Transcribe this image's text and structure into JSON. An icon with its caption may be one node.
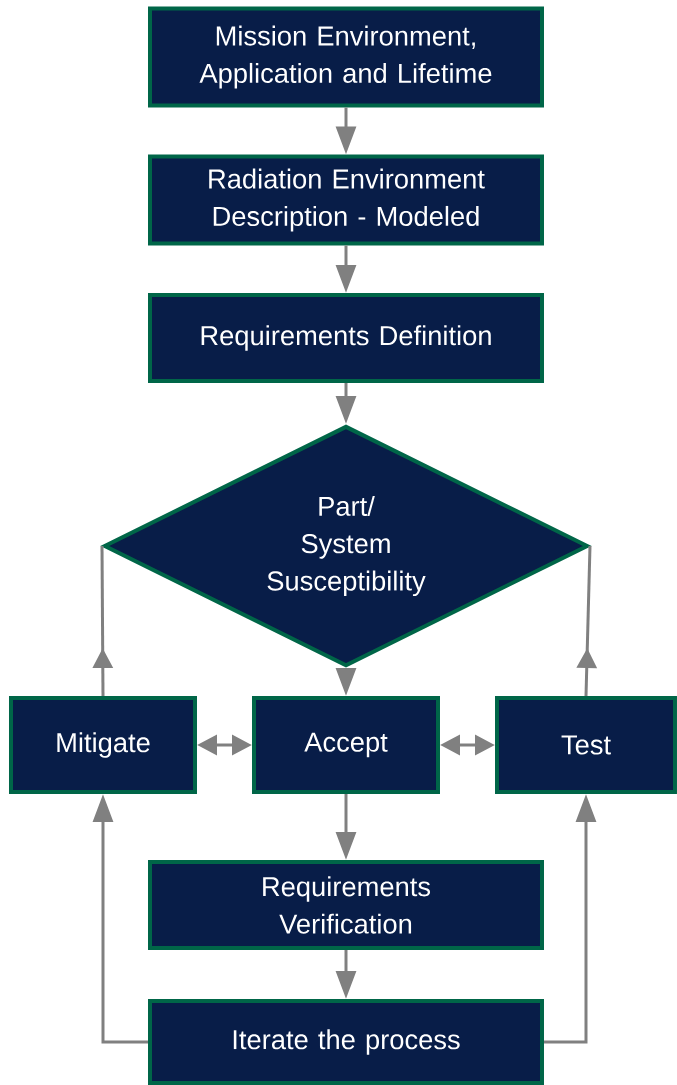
{
  "diagram": {
    "nodes": [
      {
        "text": [
          "Mission Environment, Application and Lifetime"
        ]
      },
      {
        "text": [
          "Radiation Environment Description - Modeled"
        ]
      },
      {
        "text": [
          "Requirements Definition"
        ]
      },
      {
        "text": [
          "Part/ System Susceptibility"
        ]
      },
      {
        "text": [
          "Mitigate"
        ]
      },
      {
        "text": [
          "Accept"
        ]
      },
      {
        "text": [
          "Test"
        ]
      },
      {
        "text": [
          "Requirements Verification"
        ]
      },
      {
        "text": [
          "Iterate the process"
        ]
      }
    ],
    "edges": [
      {
        "from": 0,
        "to": 1,
        "arrow": "to"
      },
      {
        "from": 1,
        "to": 2,
        "arrow": "to"
      },
      {
        "from": 2,
        "to": 3,
        "arrow": "to"
      },
      {
        "from": 3,
        "to": 5,
        "arrow": "to"
      },
      {
        "from": 4,
        "to": 3,
        "arrow": "to"
      },
      {
        "from": 6,
        "to": 3,
        "arrow": "to"
      },
      {
        "from": 4,
        "to": 5,
        "arrow": "both"
      },
      {
        "from": 5,
        "to": 6,
        "arrow": "both"
      },
      {
        "from": 5,
        "to": 7,
        "arrow": "to"
      },
      {
        "from": 7,
        "to": 8,
        "arrow": "to"
      },
      {
        "from": 8,
        "to": 4,
        "arrow": "to"
      },
      {
        "from": 8,
        "to": 6,
        "arrow": "to"
      }
    ]
  }
}
